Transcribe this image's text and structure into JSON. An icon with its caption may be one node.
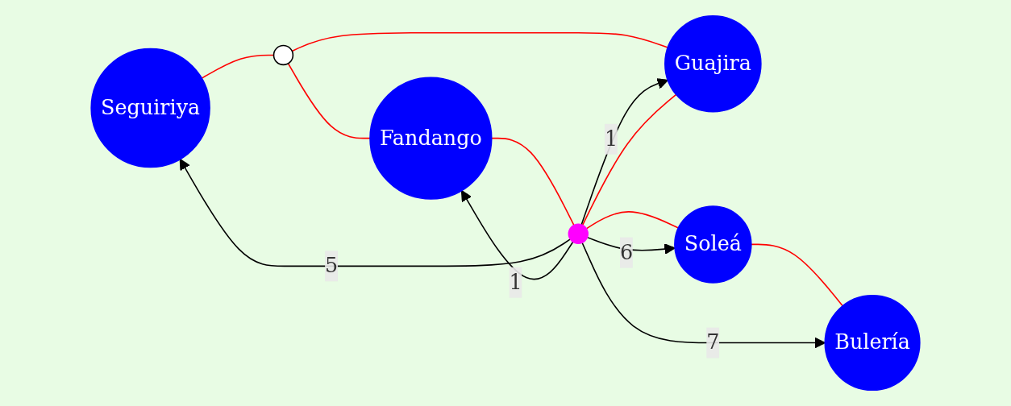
{
  "diagram": {
    "nodes": [
      {
        "text": [
          "Seguiriya"
        ]
      },
      {
        "text": [
          "Fandango"
        ]
      },
      {
        "text": [],
        "shape": "circle"
      },
      {
        "text": [],
        "shape": "circle"
      },
      {
        "text": [
          "Guajira"
        ]
      },
      {
        "text": [
          "Soleá"
        ]
      },
      {
        "text": [
          "Bulería"
        ]
      }
    ],
    "edges": [
      {
        "from": 0,
        "to": 2,
        "arrow": "none",
        "color": "#ff0000"
      },
      {
        "from": 2,
        "to": 1,
        "arrow": "none",
        "color": "#ff0000"
      },
      {
        "from": 1,
        "to": 3,
        "arrow": "none",
        "color": "#ff0000"
      },
      {
        "from": 2,
        "to": 4,
        "arrow": "none",
        "color": "#ff0000"
      },
      {
        "from": 4,
        "to": 3,
        "arrow": "none",
        "color": "#ff0000"
      },
      {
        "from": 3,
        "to": 5,
        "arrow": "none",
        "color": "#ff0000"
      },
      {
        "from": 5,
        "to": 6,
        "arrow": "none",
        "color": "#ff0000"
      },
      {
        "from": 3,
        "to": 0,
        "arrow": "to",
        "label": "5",
        "color": "#000000"
      },
      {
        "from": 3,
        "to": 1,
        "arrow": "to",
        "label": "1",
        "color": "#000000"
      },
      {
        "from": 3,
        "to": 4,
        "arrow": "to",
        "label": "1",
        "color": "#000000"
      },
      {
        "from": 3,
        "to": 5,
        "arrow": "to",
        "label": "6",
        "color": "#000000"
      },
      {
        "from": 3,
        "to": 6,
        "arrow": "to",
        "label": "7",
        "color": "#000000"
      }
    ]
  }
}
